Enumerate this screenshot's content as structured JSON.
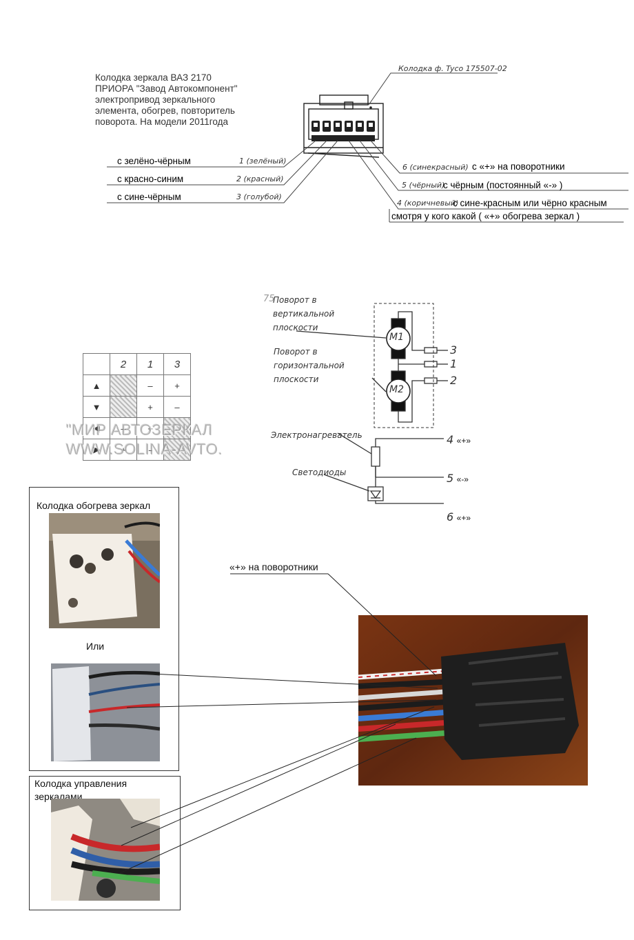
{
  "connector_description": {
    "lines": [
      "Колодка зеркала ВАЗ 2170",
      "ПРИОРА \"Завод Автокомпонент\"",
      "электропривод зеркального",
      "элемента, обогрев, повторитель",
      "поворота. На модели 2011года"
    ]
  },
  "connector_title": "Колодка ф. Tyco 175507-02",
  "pins_left": [
    {
      "pin_label": "1 (зелёный)",
      "wire_label": "с зелёно-чёрным"
    },
    {
      "pin_label": "2 (красный)",
      "wire_label": "с красно-синим"
    },
    {
      "pin_label": "3 (голубой)",
      "wire_label": "с сине-чёрным"
    }
  ],
  "pins_right": [
    {
      "pin_label": "6 (синекрасный)",
      "wire_label": "с «+» на поворотники"
    },
    {
      "pin_label": "5 (чёрный)",
      "wire_label": "с чёрным (постоянный «-»   )"
    },
    {
      "pin_label": "4 (коричневый)",
      "wire_label": "с сине-красным или чёрно красным"
    }
  ],
  "pin4_note": "смотря у кого какой ( «+» обогрева зеркал )",
  "schematic": {
    "top_mark": "75",
    "vertical_label": [
      "Поворот в",
      "вертикальной",
      "плоскости"
    ],
    "horizontal_label": [
      "Поворот в",
      "горизонтальной",
      "плоскости"
    ],
    "motor1": "M1",
    "motor2": "M2",
    "motor_pins": [
      "3",
      "1",
      "2"
    ],
    "heater_label": "Электронагреватель",
    "led_label": "Светодиоды",
    "outputs": [
      {
        "num": "4",
        "signal": "«+»"
      },
      {
        "num": "5",
        "signal": "«-»"
      },
      {
        "num": "6",
        "signal": "«+»"
      }
    ]
  },
  "pin_table": {
    "headers": [
      "",
      "2",
      "1",
      "3"
    ],
    "rows": [
      {
        "dir": "▲",
        "cells": [
          "",
          "–",
          "+"
        ]
      },
      {
        "dir": "▼",
        "cells": [
          "",
          "+",
          "–"
        ]
      },
      {
        "dir": "◀",
        "cells": [
          "–",
          "+",
          ""
        ]
      },
      {
        "dir": "▶",
        "cells": [
          "+",
          "–",
          ""
        ]
      }
    ]
  },
  "watermark": [
    "\"МИР АВТОЗЕРКАЛ",
    "WWW.SOLINA-AVTO."
  ],
  "heating_box": {
    "title": "Колодка обогрева зеркал",
    "or_label": "Или"
  },
  "control_box": {
    "title_lines": [
      "Колодка управления",
      "зеркалами"
    ]
  },
  "turn_signal_label": "«+» на поворотники",
  "colors": {
    "heater_photo_bg": "#8a7d6a",
    "main_photo_bg": "#6b2e12",
    "wire_red": "#c8282a",
    "wire_blue": "#3a7bd5",
    "wire_green": "#4caf50",
    "wire_black": "#1c1c1c"
  }
}
